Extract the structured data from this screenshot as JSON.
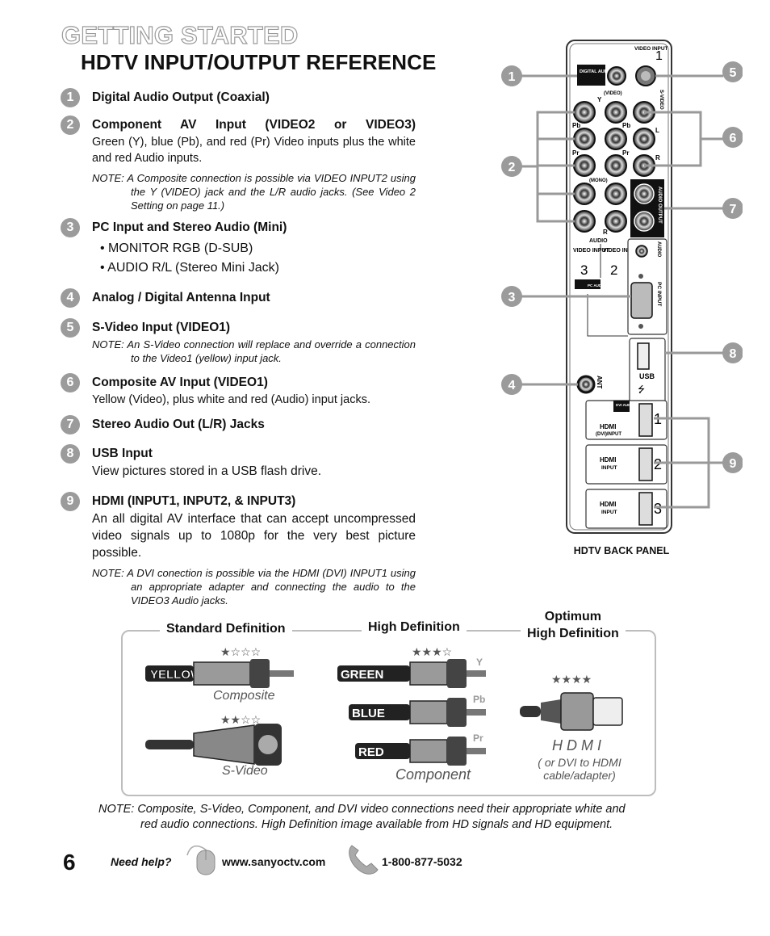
{
  "header": {
    "section": "GETTING STARTED",
    "title": "HDTV INPUT/OUTPUT REFERENCE"
  },
  "items": [
    {
      "num": "1",
      "title": "Digital Audio Output (Coaxial)"
    },
    {
      "num": "2",
      "title": "Component AV Input (VIDEO2 or VIDEO3)",
      "body": "Green (Y), blue (Pb), and red (Pr) Video inputs plus the white and red Audio inputs.",
      "note": "NOTE: A Composite connection is possible via VIDEO INPUT2 using the Y (VIDEO) jack and the L/R audio jacks. (See Video 2 Setting on page 11.)"
    },
    {
      "num": "3",
      "title": "PC Input and Stereo Audio (Mini)",
      "bullets": [
        "• MONITOR RGB (D-SUB)",
        "• AUDIO R/L (Stereo Mini Jack)"
      ]
    },
    {
      "num": "4",
      "title": "Analog / Digital Antenna Input"
    },
    {
      "num": "5",
      "title": "S-Video Input (VIDEO1)",
      "note": "NOTE: An S-Video connection will replace and override a connection to the Video1 (yellow) input jack."
    },
    {
      "num": "6",
      "title": "Composite AV Input (VIDEO1)",
      "body": "Yellow (Video), plus white and red (Audio)  input jacks."
    },
    {
      "num": "7",
      "title": "Stereo Audio Out (L/R) Jacks"
    },
    {
      "num": "8",
      "title": "USB Input",
      "body": "View pictures stored in a USB flash drive."
    },
    {
      "num": "9",
      "title": "HDMI (INPUT1, INPUT2, & INPUT3)",
      "body": "An all digital AV interface that can accept uncompressed video signals up to 1080p for the very best picture possible.",
      "note": "NOTE: A DVI conection is possible via the HDMI (DVI) INPUT1 using an appropriate adapter and connecting the audio to the VIDEO3 Audio jacks."
    }
  ],
  "panel": {
    "caption": "HDTV BACK PANEL",
    "labels": {
      "video_input1": "VIDEO INPUT",
      "video_input1_num": "1",
      "digital_audio": "DIGITAL AUDIO OUTPUT",
      "video_paren": "(VIDEO)",
      "y": "Y",
      "pb": "Pb",
      "pr": "Pr",
      "mono": "(MONO)",
      "l": "L",
      "r": "R",
      "audio": "AUDIO",
      "video_input3": "VIDEO INPUT",
      "video_input3_num": "3",
      "video_input2": "VIDEO INPUT",
      "video_input2_num": "2",
      "svideo": "S-VIDEO",
      "video": "VIDEO",
      "audio_output": "AUDIO OUTPUT",
      "pc_input": "PC INPUT",
      "pc_audio": "PC AUDIO",
      "usb": "USB",
      "ant": "ANT",
      "dvi_audio": "DVI AUDIO",
      "hdmi": "HDMI",
      "dvi_input": "(DVI)INPUT",
      "input": "INPUT",
      "hdmi1": "1",
      "hdmi2": "2",
      "hdmi3": "3"
    }
  },
  "cables": {
    "standard_label": "Standard Definition",
    "high_label": "High Definition",
    "optimum_label_1": "Optimum",
    "optimum_label_2": "High Definition",
    "composite": {
      "label": "Composite",
      "stars": 1,
      "band": "YELLOW"
    },
    "svideo": {
      "label": "S-Video",
      "stars": 2
    },
    "component": {
      "label": "Component",
      "stars": 3,
      "bands": [
        {
          "text": "GREEN",
          "tag": "Y"
        },
        {
          "text": "BLUE",
          "tag": "Pb"
        },
        {
          "text": "RED",
          "tag": "Pr"
        }
      ]
    },
    "hdmi": {
      "label": "H D M I",
      "stars": 4,
      "sub1": "( or DVI to HDMI",
      "sub2": "cable/adapter)"
    }
  },
  "footnote": {
    "line1": "NOTE: Composite, S-Video, Component, and DVI video connections need their appropriate white and",
    "line2": "red audio connections. High Definition image available from HD signals and HD equipment."
  },
  "footer": {
    "page": "6",
    "need_help": "Need help?",
    "website": "www.sanyoctv.com",
    "phone": "1-800-877-5032"
  }
}
